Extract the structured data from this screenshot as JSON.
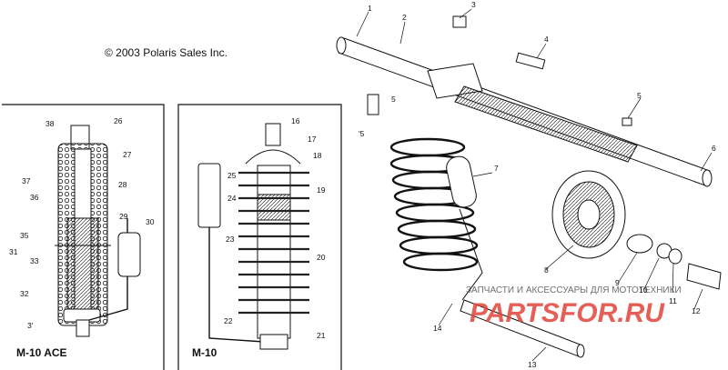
{
  "copyright": "© 2003 Polaris Sales Inc.",
  "panels": [
    {
      "label": "M-10 ACE"
    },
    {
      "label": "M-10"
    }
  ],
  "watermark": {
    "top_text": "ЗАПЧАСТИ И АКСЕССУАРЫ ДЛЯ МОТОТЕХНИКИ",
    "logo_text": "PARTSFOR.RU",
    "color": "#e0453a"
  },
  "callouts": {
    "c1": "1",
    "c2": "2",
    "c3": "3",
    "c4": "4",
    "c5a": "5",
    "c5b": "5",
    "c5c": "'5",
    "c6": "6",
    "c7": "7",
    "c8": "8",
    "c9": "9",
    "c10": "10",
    "c11": "11",
    "c12": "12",
    "c13": "13",
    "c14": "14",
    "c16": "16",
    "c17": "17",
    "c18": "18",
    "c19": "19",
    "c20": "20",
    "c21": "21",
    "c22": "22",
    "c23": "23",
    "c24": "24",
    "c25": "25",
    "c26": "26",
    "c27": "27",
    "c28": "28",
    "c29": "29",
    "c30": "30",
    "c31a": "31",
    "c31b": "3'",
    "c32": "32",
    "c33": "33",
    "c35": "35",
    "c36": "36",
    "c37": "37",
    "c38": "38"
  }
}
